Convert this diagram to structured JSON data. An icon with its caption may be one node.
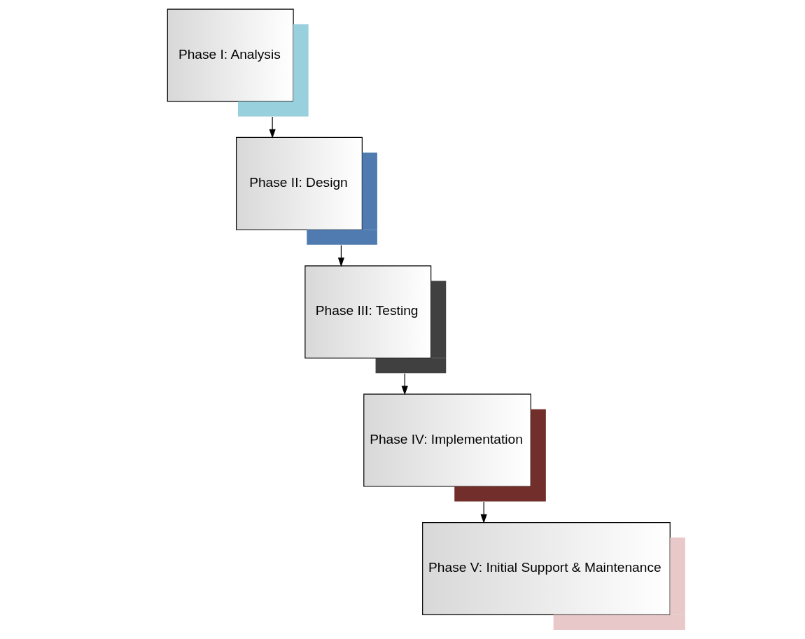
{
  "diagram": {
    "nodes": [
      {
        "text": [
          "Phase I: Analysis"
        ]
      },
      {
        "text": [
          "Phase II: Design"
        ]
      },
      {
        "text": [
          "Phase III: Testing"
        ]
      },
      {
        "text": [
          "Phase IV: Implementation"
        ]
      },
      {
        "text": [
          "Phase V: Initial Support & Maintenance"
        ]
      }
    ],
    "edges": [
      {
        "from": 0,
        "to": 1,
        "arrow": "to"
      },
      {
        "from": 1,
        "to": 2,
        "arrow": "to"
      },
      {
        "from": 2,
        "to": 3,
        "arrow": "to"
      },
      {
        "from": 3,
        "to": 4,
        "arrow": "to"
      }
    ]
  }
}
